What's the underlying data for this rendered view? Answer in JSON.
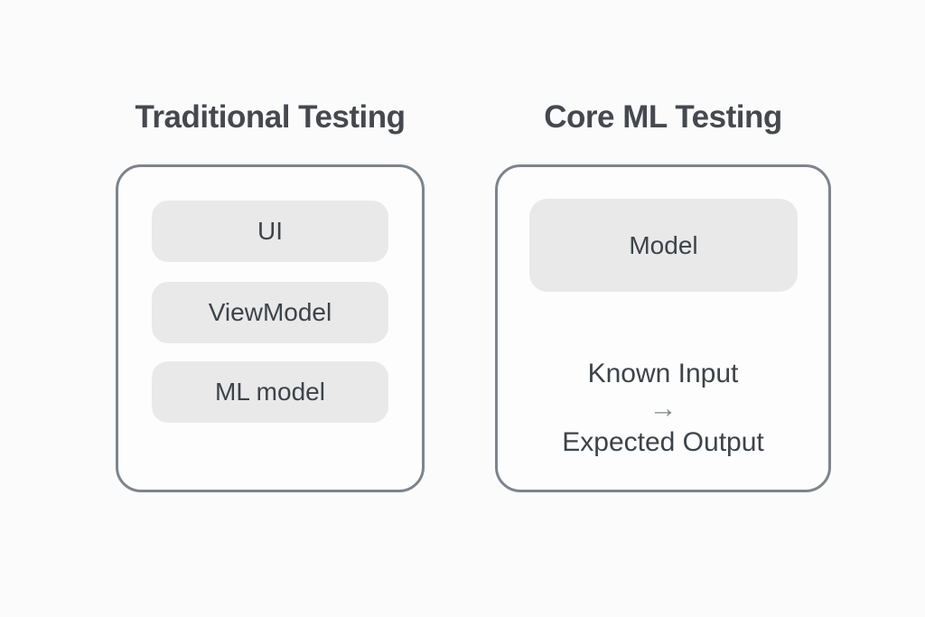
{
  "colors": {
    "page-bg": "#fbfbfb",
    "card-bg": "#fdfdfd",
    "card-border": "#7d848c",
    "pill-bg": "#e9e9ea",
    "title-text": "#45494f",
    "body-text": "#3d4349",
    "arrow": "#7e858d"
  },
  "left_panel": {
    "title": "Traditional Testing",
    "layers": [
      "UI",
      "ViewModel",
      "ML model"
    ]
  },
  "right_panel": {
    "title": "Core ML Testing",
    "model_label": "Model",
    "flow": {
      "input": "Known Input",
      "arrow": "→",
      "output": "Expected Output"
    }
  }
}
